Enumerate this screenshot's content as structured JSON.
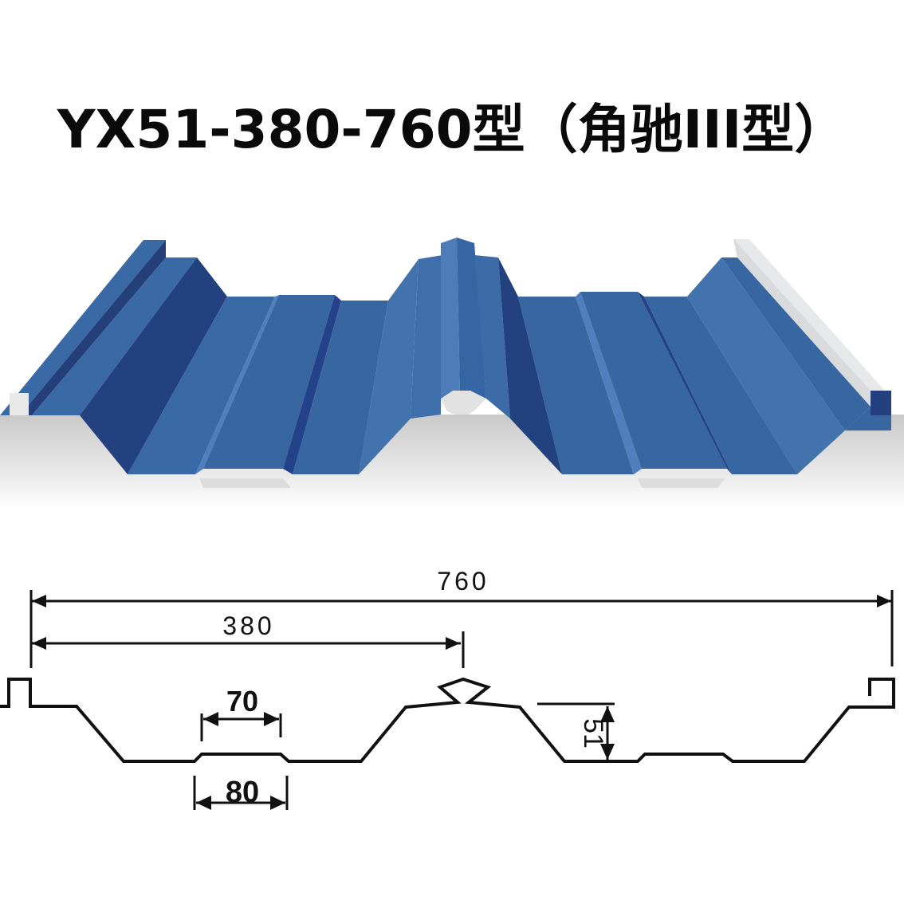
{
  "title": "YX51-380-760型（角驰III型）",
  "product_image": {
    "description": "Blue corrugated steel roofing panel, angle-lock seam type III",
    "colors": {
      "panel_main": "#3a6aa6",
      "panel_light": "#4373ad",
      "panel_dark": "#24417f",
      "panel_darker": "#1f3a75",
      "edge_white": "#e4e6e8",
      "shadow_gray": "#cfcfcf"
    }
  },
  "dimension_drawing": {
    "total_width": "760",
    "half_width": "380",
    "rib_top_width": "70",
    "rib_bottom_width": "80",
    "wave_height": "51",
    "line_color": "#111111"
  }
}
